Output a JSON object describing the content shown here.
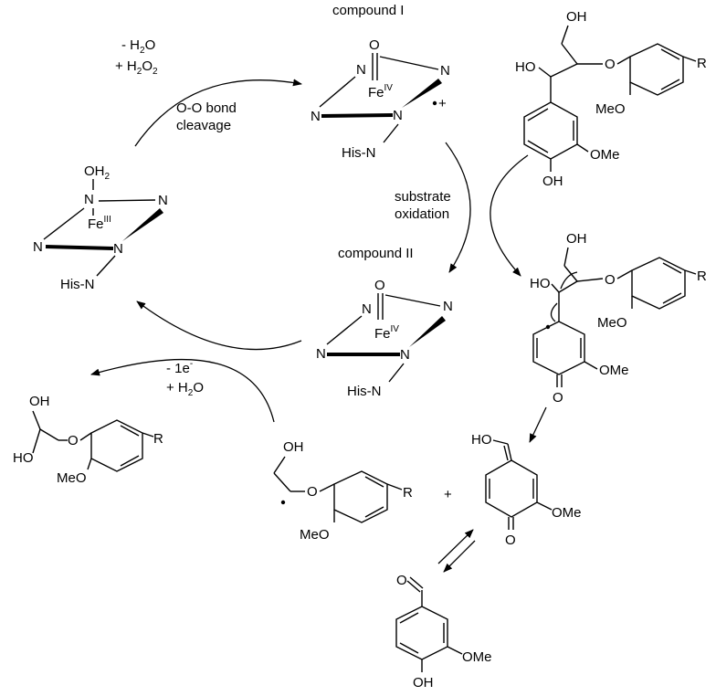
{
  "labels": {
    "compound_1": "compound I",
    "compound_2": "compound II",
    "water_loss": "- H",
    "water_loss_sub": "2",
    "water_loss_end": "O",
    "peroxide_gain": "+ H",
    "peroxide_sub1": "2",
    "peroxide_o": "O",
    "peroxide_sub2": "2",
    "oo_cleavage_1": "O-O bond",
    "oo_cleavage_2": "cleavage",
    "substrate_ox_1": "substrate",
    "substrate_ox_2": "oxidation",
    "electron_loss": "- 1e",
    "electron_sup": "-",
    "water_gain": "+ H",
    "water_gain_sub": "2",
    "water_gain_end": "O",
    "plus": "+"
  },
  "atoms": {
    "O": "O",
    "N": "N",
    "Fe": "Fe",
    "fe_III": "III",
    "fe_IV": "IV",
    "OH2": "OH",
    "OH2_sub": "2",
    "HisN": "His-N",
    "OH": "OH",
    "HO": "HO",
    "OMe": "OMe",
    "MeO": "MeO",
    "R": "R",
    "radical_cation": "+"
  }
}
